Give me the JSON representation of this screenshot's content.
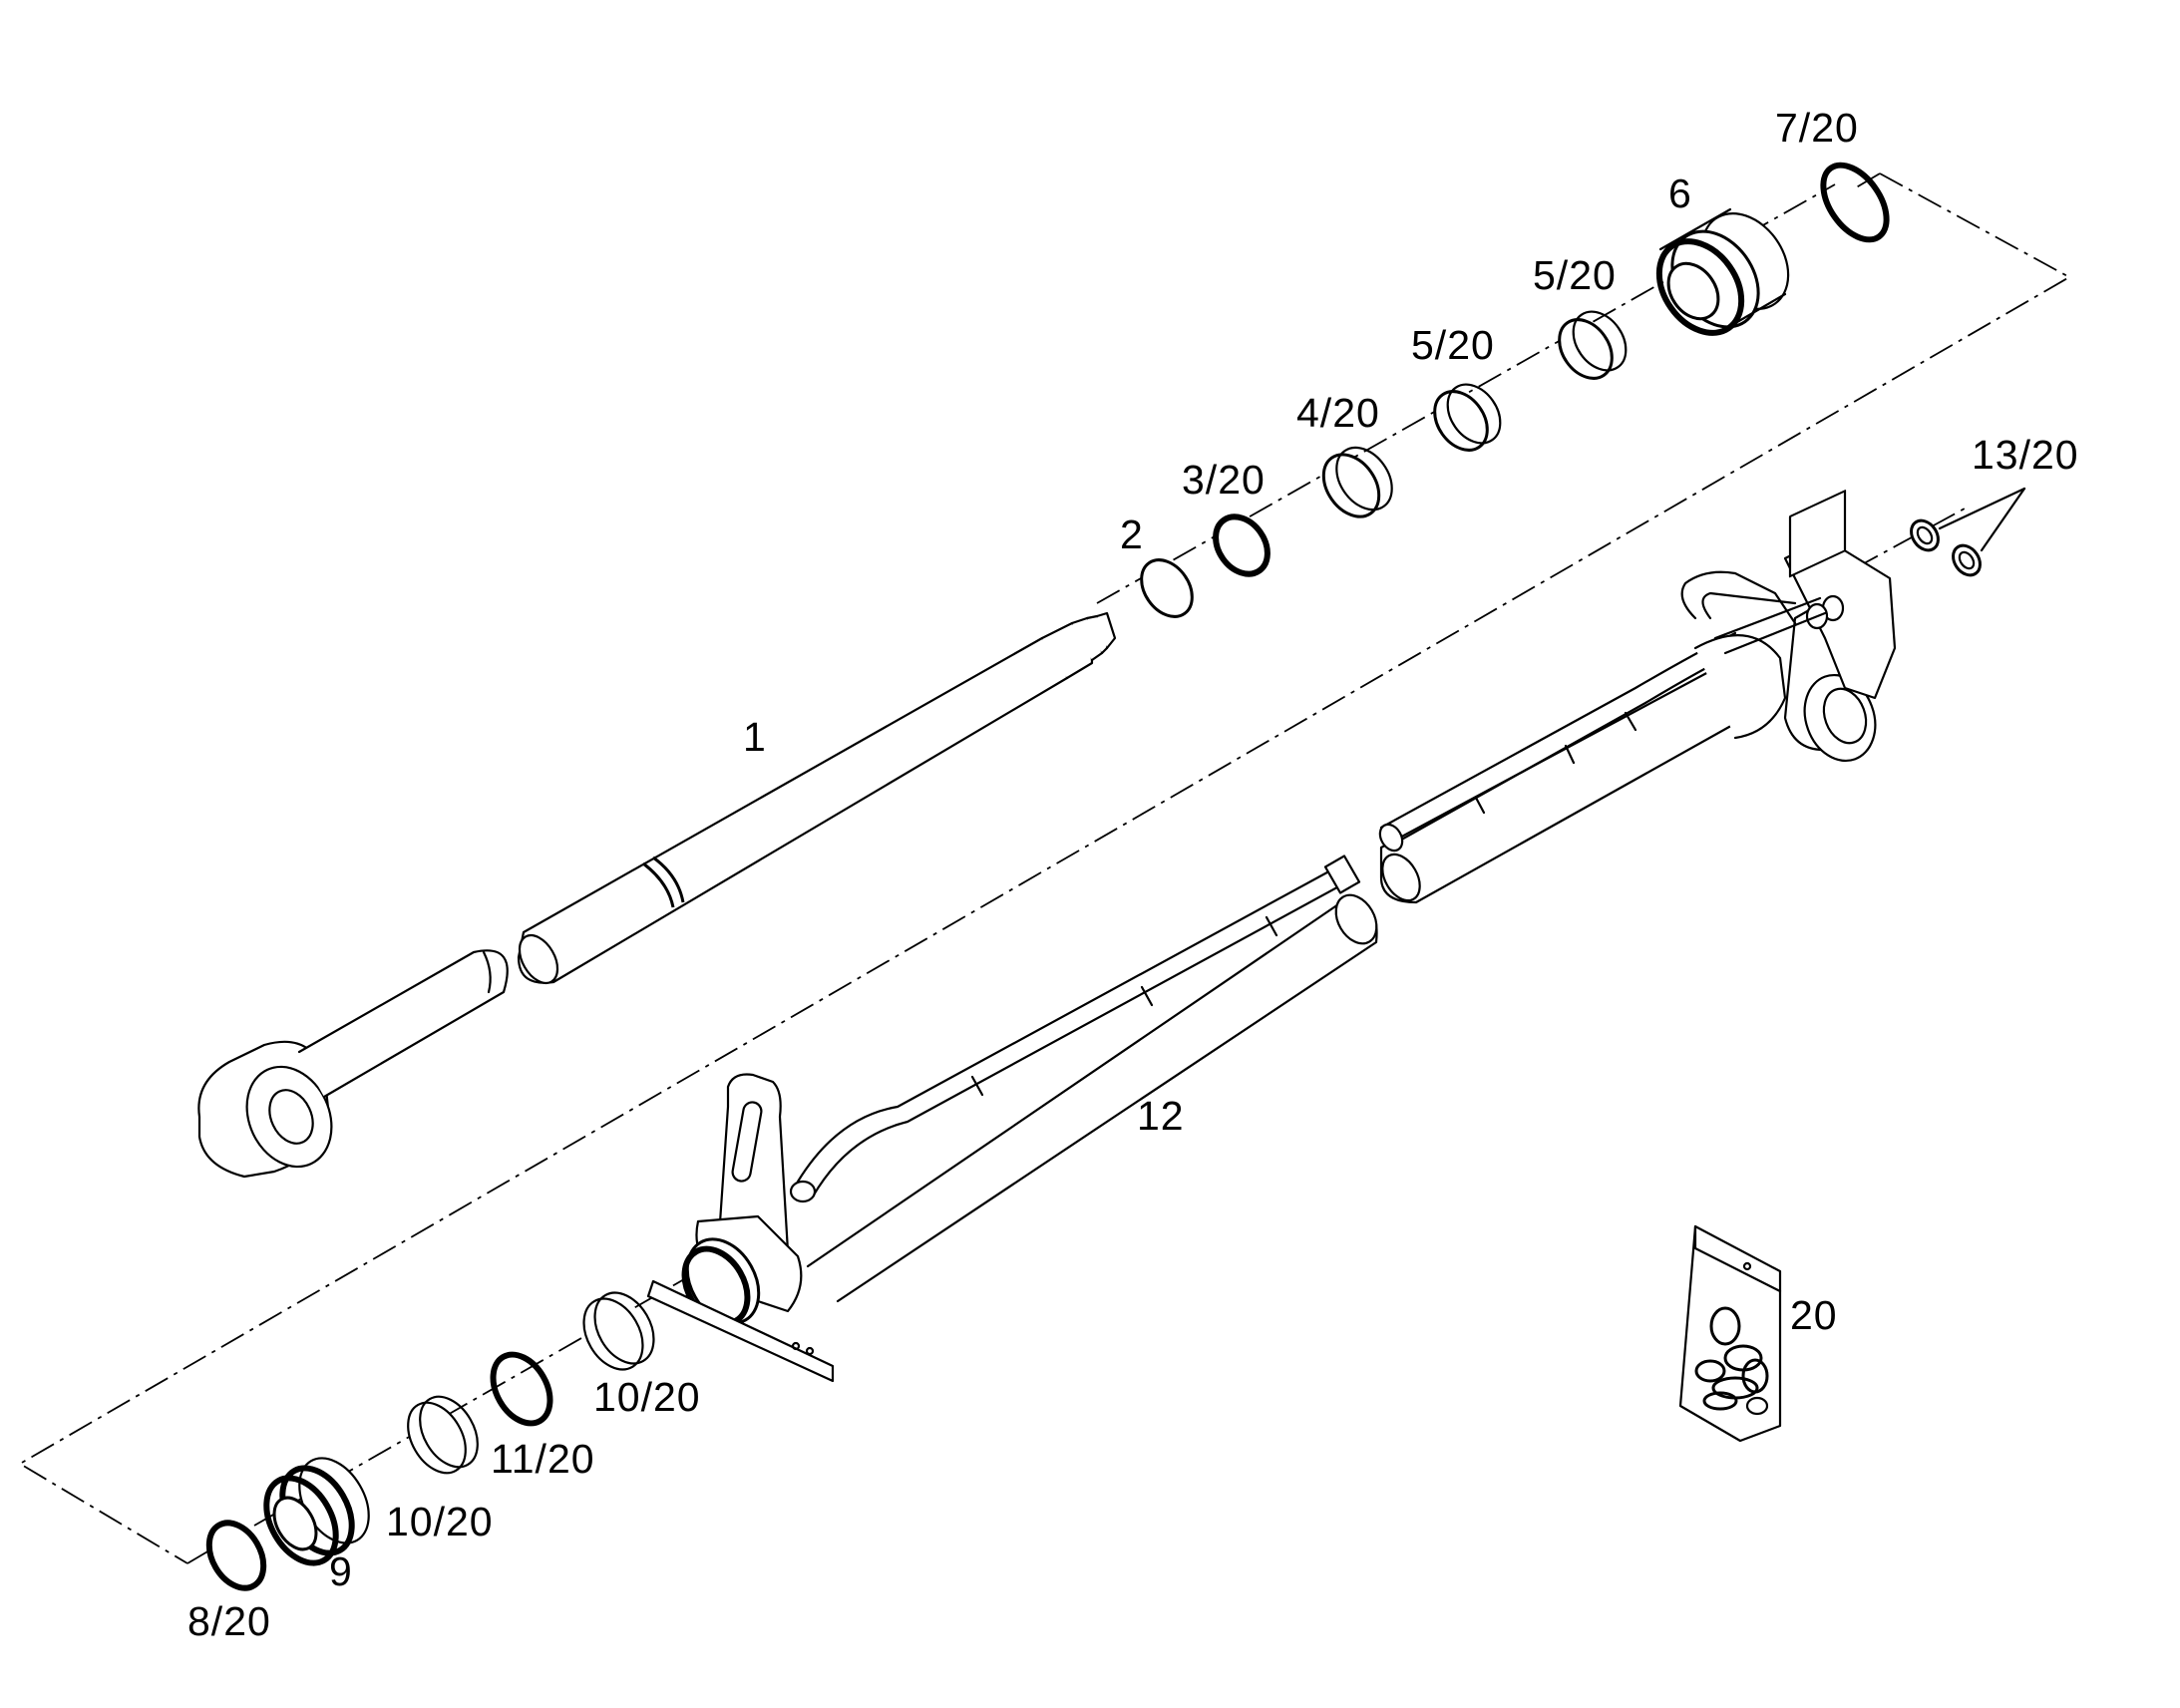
{
  "callouts": {
    "c1": "1",
    "c2": "2",
    "c3": "3/20",
    "c4": "4/20",
    "c5a": "5/20",
    "c5b": "5/20",
    "c6": "6",
    "c7": "7/20",
    "c8": "8/20",
    "c9": "9",
    "c10a": "10/20",
    "c10b": "10/20",
    "c11": "11/20",
    "c12": "12",
    "c13": "13/20",
    "c20": "20"
  }
}
